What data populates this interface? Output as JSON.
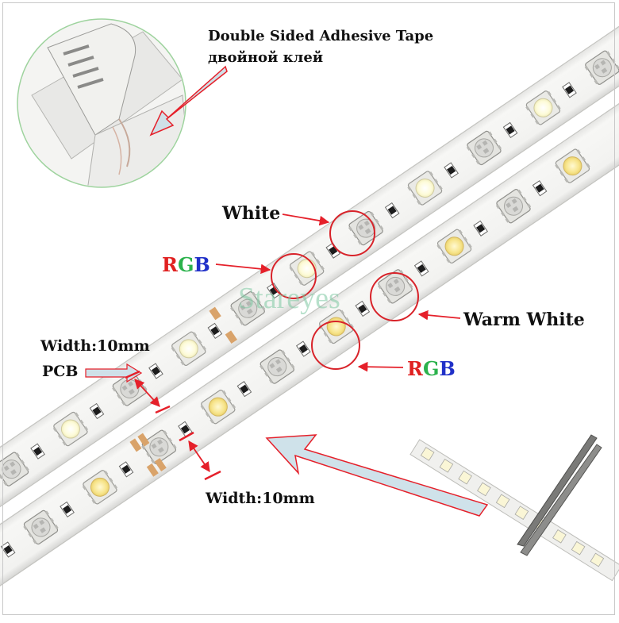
{
  "labels": {
    "tape_en": "Double Sided Adhesive Tape",
    "tape_ru": "двойной клей",
    "white": "White",
    "rgb_top": {
      "r": "R",
      "g": "G",
      "b": "B"
    },
    "rgb_bottom": {
      "r": "R",
      "g": "G",
      "b": "B"
    },
    "warm_white": "Warm White",
    "width_top": "Width:10mm",
    "pcb": "PCB",
    "width_bottom": "Width:10mm"
  },
  "watermark": "Stareyes",
  "colors": {
    "rgb_r": "#e02020",
    "rgb_g": "#2bb24c",
    "rgb_b": "#2030c8",
    "arrow_red": "#e5202a",
    "highlight_circle": "#d8232a",
    "strip_pcb": "#f5f5f3",
    "led_white": "#fbfbe6",
    "led_warm": "#f8e9a0"
  },
  "icons": [
    "tweezers-icon",
    "led-chip-icon",
    "resistor-icon",
    "arrow-icon"
  ]
}
